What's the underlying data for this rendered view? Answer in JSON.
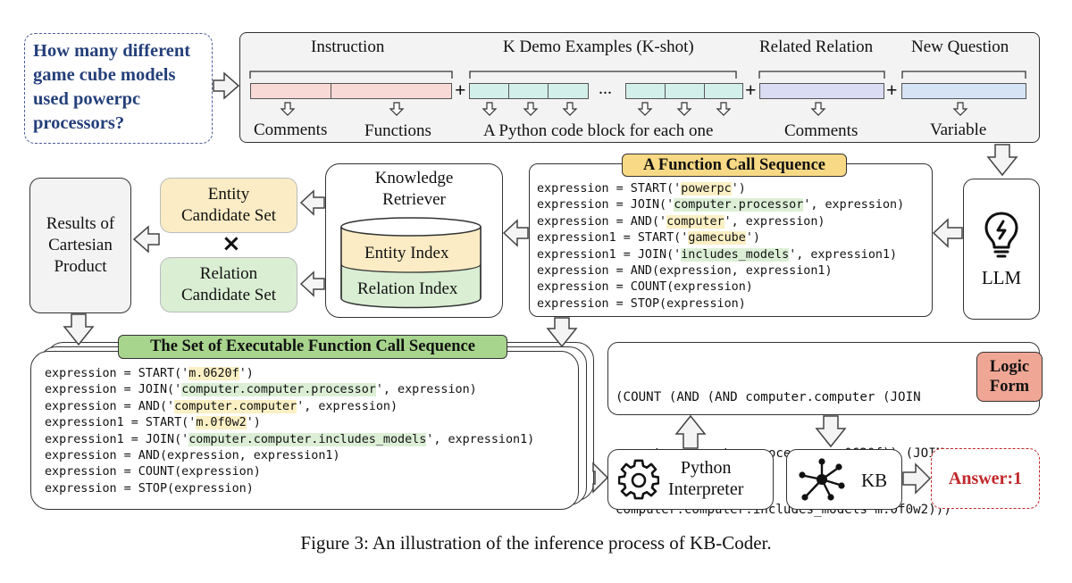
{
  "question": [
    "How many different",
    "game cube models",
    "used powerpc",
    "processors?"
  ],
  "prompt": {
    "headers": {
      "instruction": "Instruction",
      "demos": "K Demo Examples (K-shot)",
      "related": "Related Relation",
      "new_question": "New Question"
    },
    "ellipsis": "...",
    "plus": "+",
    "captions": {
      "comments1": "Comments",
      "functions": "Functions",
      "python_block": "A Python code block for each one",
      "comments2": "Comments",
      "variable": "Variable"
    }
  },
  "llm": {
    "label": "LLM"
  },
  "function_call": {
    "title": "A Function Call Sequence",
    "lines": [
      [
        "expression = START('",
        "powerpc",
        "')"
      ],
      [
        "expression = JOIN('",
        "computer.processor",
        "', expression)"
      ],
      [
        "expression = AND('",
        "computer",
        "', expression)"
      ],
      [
        "expression1 = START('",
        "gamecube",
        "')"
      ],
      [
        "expression1 = JOIN('",
        "includes_models",
        "', expression1)"
      ],
      [
        "expression = AND(expression, expression1)",
        "",
        ""
      ],
      [
        "expression = COUNT(expression)",
        "",
        ""
      ],
      [
        "expression = STOP(expression)",
        "",
        ""
      ]
    ]
  },
  "retriever": {
    "title": [
      "Knowledge",
      "Retriever"
    ],
    "entity_index": "Entity Index",
    "relation_index": "Relation Index"
  },
  "entity_set": [
    "Entity",
    "Candidate Set"
  ],
  "relation_set": [
    "Relation",
    "Candidate Set"
  ],
  "times": "×",
  "cartesian": [
    "Results of",
    "Cartesian",
    "Product"
  ],
  "executable": {
    "title": "The Set of Executable Function Call Sequence",
    "lines": [
      [
        "expression = START('",
        "m.0620f",
        "')"
      ],
      [
        "expression = JOIN('",
        "computer.computer.processor",
        "', expression)"
      ],
      [
        "expression = AND('",
        "computer.computer",
        "', expression)"
      ],
      [
        "expression1 = START('",
        "m.0f0w2",
        "')"
      ],
      [
        "expression1 = JOIN('",
        "computer.computer.includes_models",
        "', expression1)"
      ],
      [
        "expression = AND(expression, expression1)",
        "",
        ""
      ],
      [
        "expression = COUNT(expression)",
        "",
        ""
      ],
      [
        "expression = STOP(expression)",
        "",
        ""
      ]
    ]
  },
  "logic_form": {
    "lines": [
      "(COUNT (AND (AND computer.computer (JOIN",
      "computer.computer.processor m.0620f)) (JOIN",
      "computer.computer.includes_models m.0f0w2)))"
    ],
    "label": [
      "Logic",
      "Form"
    ]
  },
  "python": [
    "Python",
    "Interpreter"
  ],
  "kb": "KB",
  "answer": "Answer:1",
  "caption": "Figure 3: An illustration of the inference process of KB-Coder.",
  "colors": {
    "yellow": "#fbecc5",
    "green": "#d9eed3",
    "title_yellow": "#f8d985",
    "title_green": "#a8d58e",
    "pink": "#f9d9d6",
    "teal": "#d3efea",
    "lavender": "#d9dcf2",
    "blue": "#d6e3f5",
    "logic_red": "#f0a695",
    "answer_red": "#c0282a",
    "question_blue": "#243f7a"
  }
}
